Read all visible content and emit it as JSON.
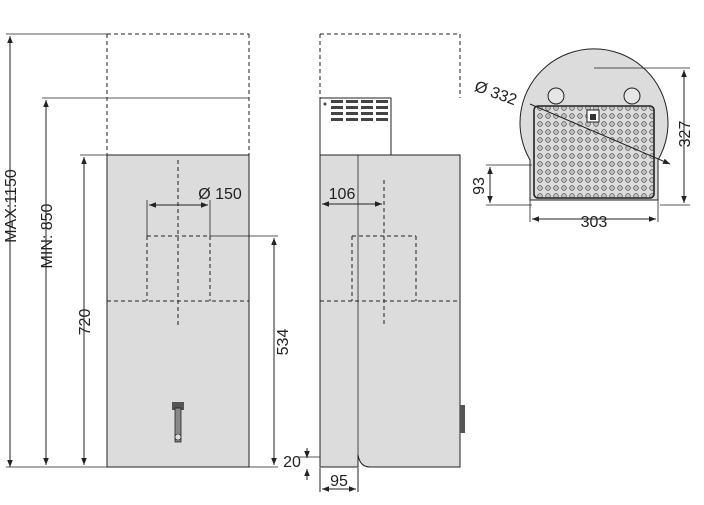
{
  "drawing": {
    "front_view": {
      "max_height": "MAX:1150",
      "min_height": "MIN: 850",
      "body_height": "720",
      "duct_diameter": "Ø 150",
      "duct_depth": "534"
    },
    "side_view": {
      "offset": "106",
      "bottom_gap": "20",
      "bottom_width": "95"
    },
    "top_view": {
      "diameter": "Ø 332",
      "depth": "327",
      "grille_width": "303",
      "grille_height": "93"
    }
  },
  "colors": {
    "body_fill": "#dcdcdc",
    "line": "#222222",
    "grille_fill": "#9a9a9a"
  }
}
